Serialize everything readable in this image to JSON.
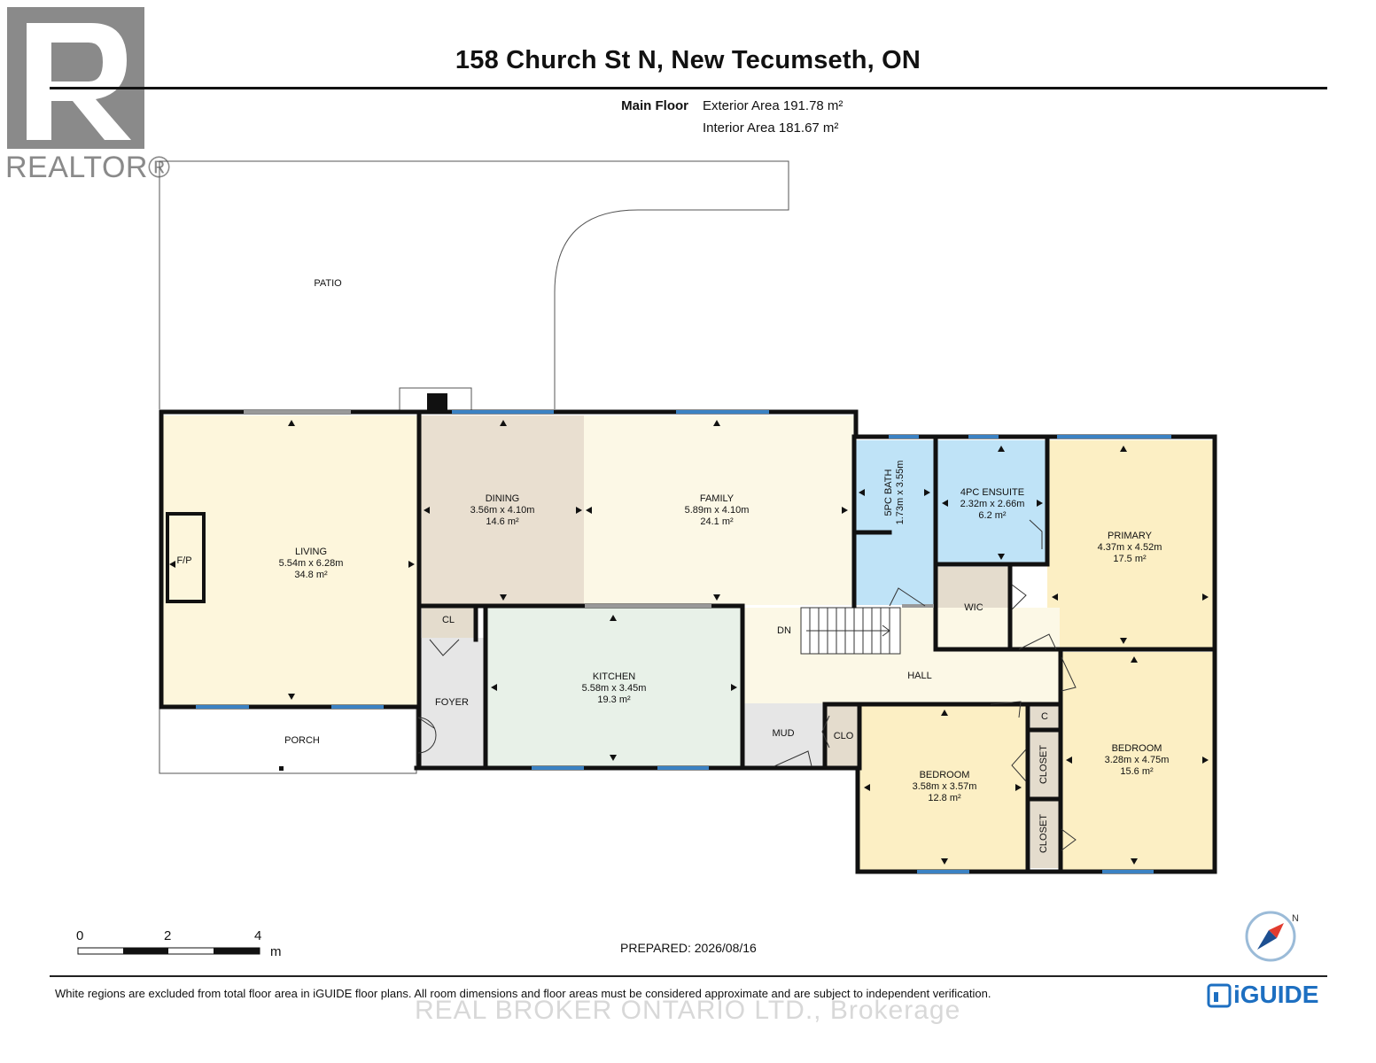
{
  "header": {
    "title": "158 Church St N, New Tecumseth, ON",
    "floor": "Main Floor",
    "exterior_area": "Exterior Area 191.78 m²",
    "interior_area": "Interior Area 181.67 m²"
  },
  "logos": {
    "realtor": "REALTOR®",
    "iguide": "iGUIDE"
  },
  "rooms": {
    "patio": "PATIO",
    "porch": "PORCH",
    "living": {
      "name": "LIVING",
      "dims": "5.54m x 6.28m",
      "area": "34.8 m²"
    },
    "fp": "F/P",
    "dining": {
      "name": "DINING",
      "dims": "3.56m x 4.10m",
      "area": "14.6 m²"
    },
    "family": {
      "name": "FAMILY",
      "dims": "5.89m x 4.10m",
      "area": "24.1 m²"
    },
    "bath5": {
      "name": "5PC BATH",
      "dims": "1.73m x 3.55m"
    },
    "ensuite": {
      "name": "4PC ENSUITE",
      "dims": "2.32m x 2.66m",
      "area": "6.2 m²"
    },
    "primary": {
      "name": "PRIMARY",
      "dims": "4.37m x 4.52m",
      "area": "17.5 m²"
    },
    "cl": "CL",
    "foyer": "FOYER",
    "kitchen": {
      "name": "KITCHEN",
      "dims": "5.58m x 3.45m",
      "area": "19.3 m²"
    },
    "dn": "DN",
    "wic": "WIC",
    "hall": "HALL",
    "mud": "MUD",
    "clo": "CLO",
    "c": "C",
    "bedroom1": {
      "name": "BEDROOM",
      "dims": "3.58m x 3.57m",
      "area": "12.8 m²"
    },
    "bedroom2": {
      "name": "BEDROOM",
      "dims": "3.28m x 4.75m",
      "area": "15.6 m²"
    },
    "closet_a": "CLOSET",
    "closet_b": "CLOSET"
  },
  "scale": {
    "ticks": [
      "0",
      "2",
      "4"
    ],
    "unit": "m"
  },
  "prepared": "PREPARED: 2026/08/16",
  "footnote": "White regions are excluded from total floor area in iGUIDE floor plans. All room dimensions and floor areas must be considered approximate and are subject to independent verification.",
  "watermark": "REAL BROKER ONTARIO LTD., Brokerage",
  "colors": {
    "living": "#fdf6dc",
    "dining": "#e9dfd0",
    "kitchen": "#e8f1e8",
    "bath": "#bfe3f7",
    "bedroom": "#fcefc4",
    "closet": "#e4dccd",
    "hall": "#fcf8e6",
    "utility": "#e6e6e6",
    "window": "#3b82c4",
    "wall": "#111111"
  }
}
